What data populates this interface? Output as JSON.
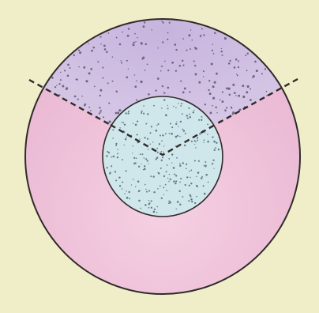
{
  "diagram": {
    "type": "cell-cross-section",
    "labels": [],
    "colors": {
      "background": "#efeec8",
      "cytoplasm_lower": "#f1c6dc",
      "cytoplasm_upper": "#cbbbe2",
      "nucleus": "#cfe6ea",
      "outline": "#2f2a2a",
      "dots": "#6f6585",
      "dots_nucleus": "#5f7885"
    },
    "regions": [
      "cell-membrane",
      "upper-stippled-region",
      "lower-cytoplasm",
      "nucleus"
    ]
  }
}
